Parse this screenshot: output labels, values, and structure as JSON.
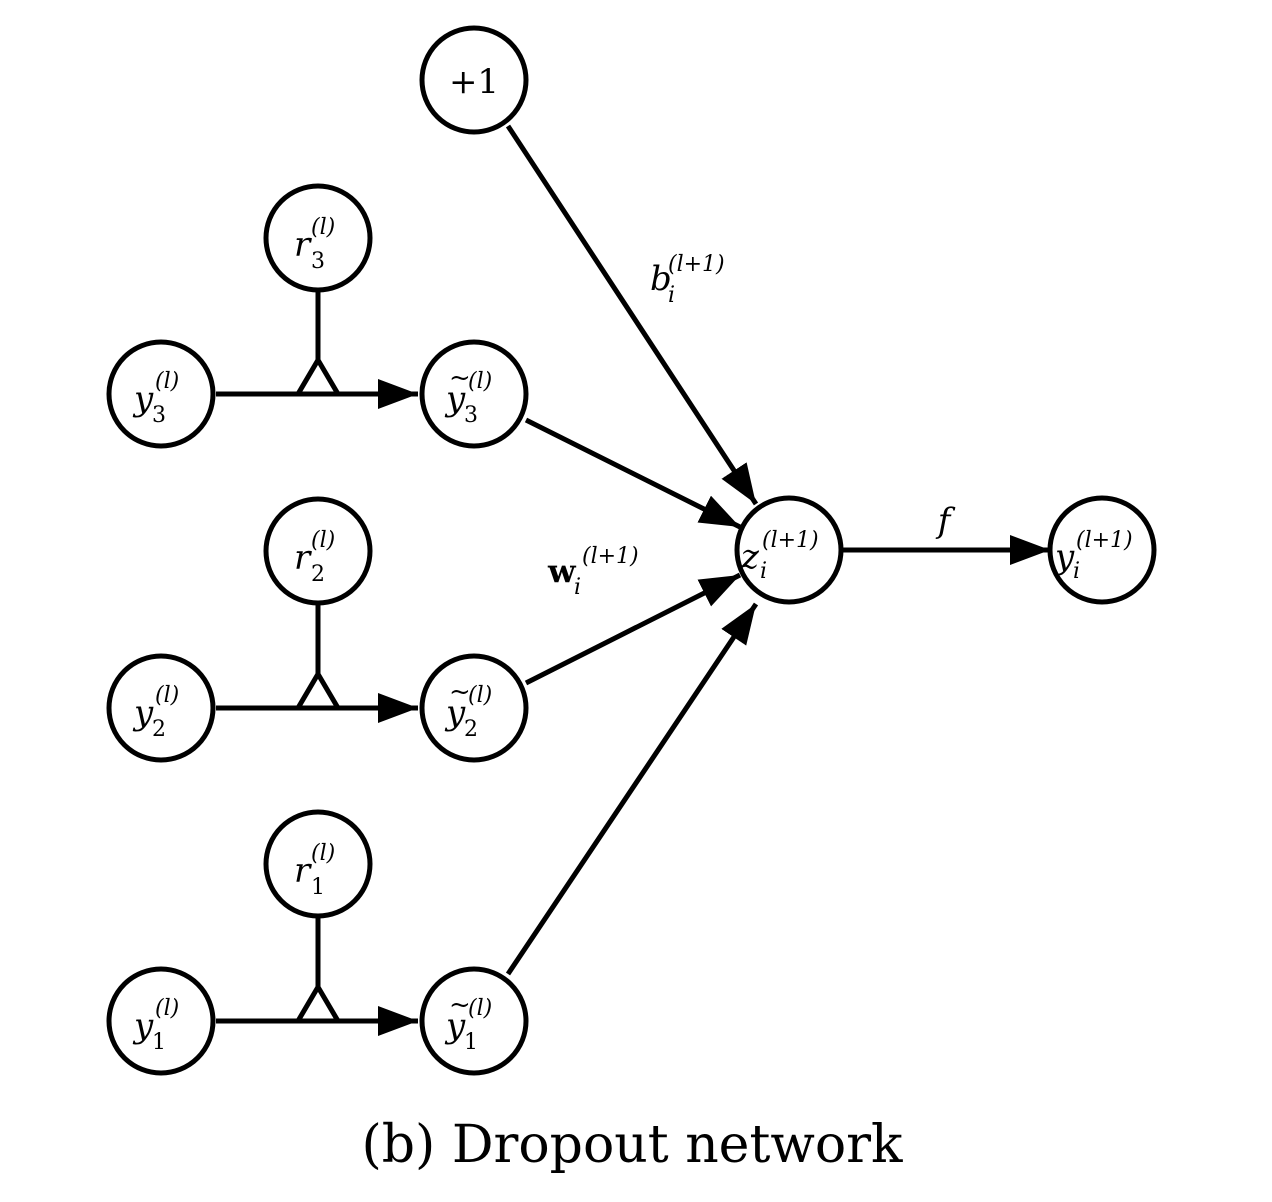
{
  "caption": "(b) Dropout network",
  "bias_node": {
    "label": "+1"
  },
  "retain_nodes": [
    {
      "base": "r",
      "sub": "3",
      "sup": "(l)"
    },
    {
      "base": "r",
      "sub": "2",
      "sup": "(l)"
    },
    {
      "base": "r",
      "sub": "1",
      "sup": "(l)"
    }
  ],
  "input_nodes": [
    {
      "base": "y",
      "sub": "3",
      "sup": "(l)"
    },
    {
      "base": "y",
      "sub": "2",
      "sup": "(l)"
    },
    {
      "base": "y",
      "sub": "1",
      "sup": "(l)"
    }
  ],
  "thinned_nodes": [
    {
      "base": "y",
      "tilde": "~",
      "sub": "3",
      "sup": "(l)"
    },
    {
      "base": "y",
      "tilde": "~",
      "sub": "2",
      "sup": "(l)"
    },
    {
      "base": "y",
      "tilde": "~",
      "sub": "1",
      "sup": "(l)"
    }
  ],
  "z_node": {
    "base": "z",
    "sub": "i",
    "sup": "(l+1)"
  },
  "output_node": {
    "base": "y",
    "sub": "i",
    "sup": "(l+1)"
  },
  "edge_labels": {
    "bias": {
      "base": "b",
      "sub": "i",
      "sup": "(l+1)"
    },
    "weights": {
      "base": "w",
      "sub": "i",
      "sup": "(l+1)"
    },
    "activation": "f"
  }
}
